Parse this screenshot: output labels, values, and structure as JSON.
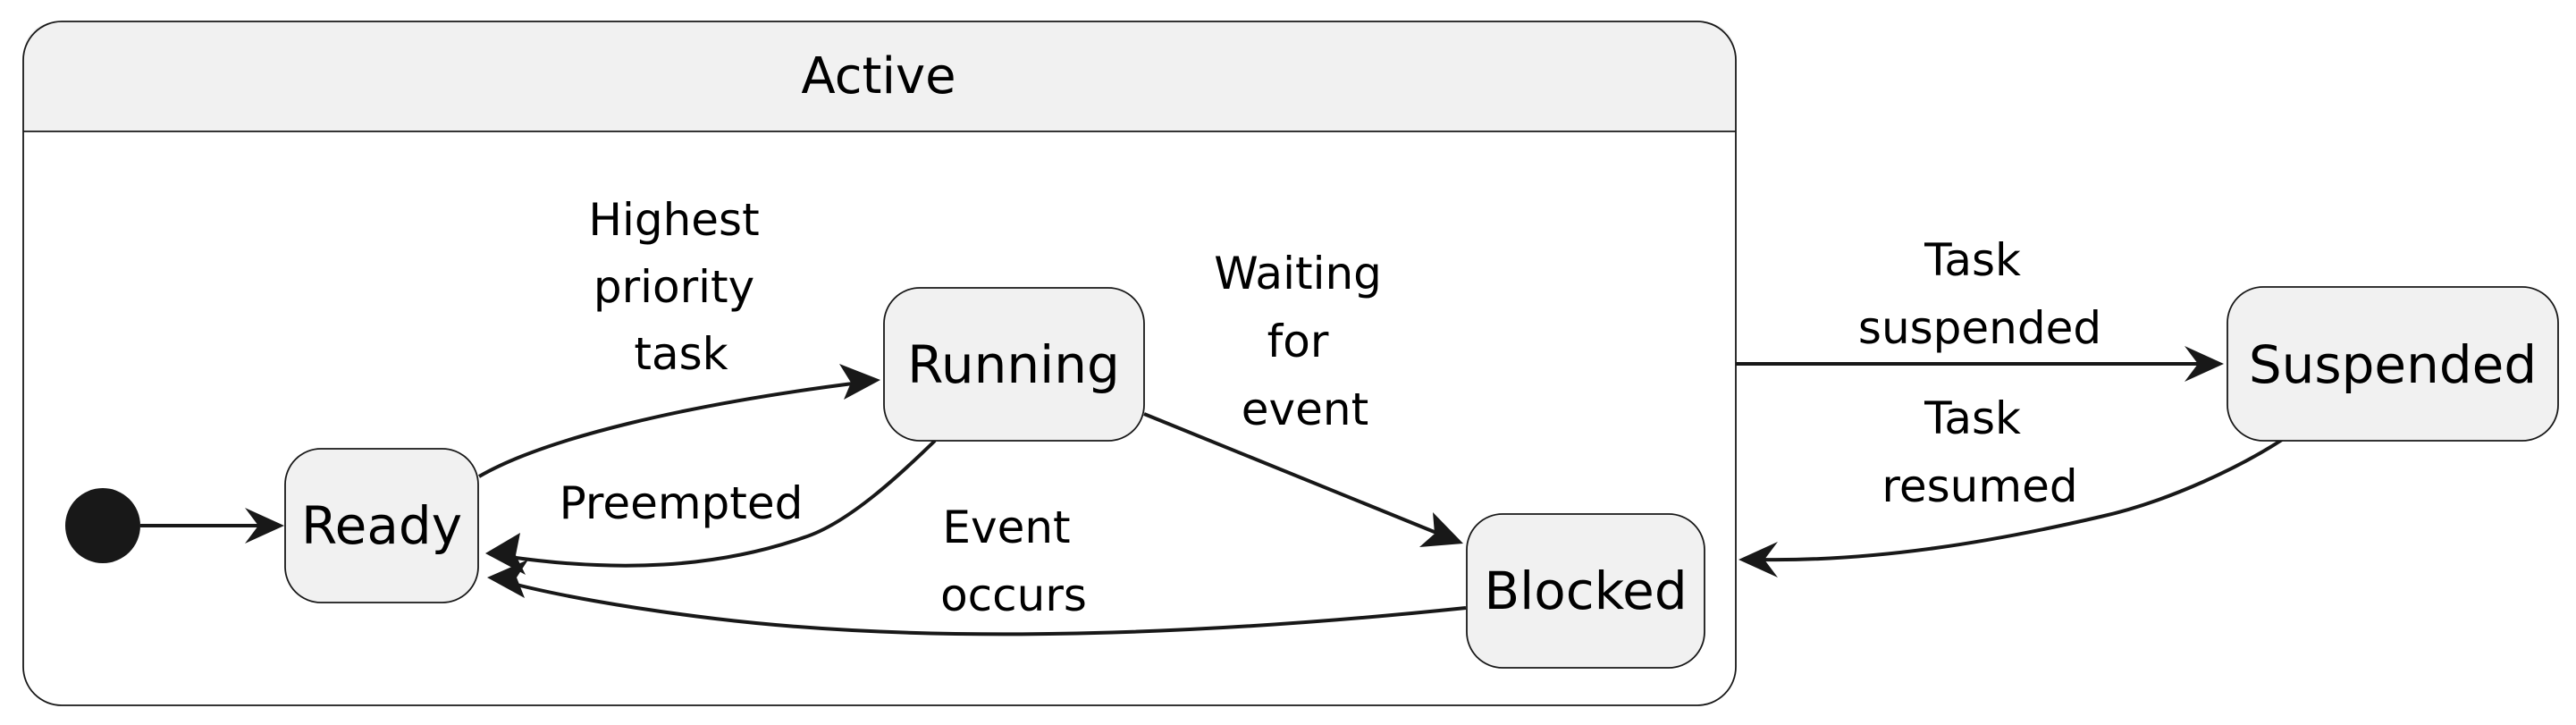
{
  "composite": {
    "title": "Active"
  },
  "states": {
    "ready": "Ready",
    "running": "Running",
    "blocked": "Blocked",
    "suspended": "Suspended"
  },
  "transitions": {
    "ready_to_running": [
      "Highest",
      "priority",
      "task"
    ],
    "running_to_ready": [
      "Preempted"
    ],
    "running_to_blocked": [
      "Waiting",
      "for",
      "event"
    ],
    "blocked_to_ready": [
      "Event",
      "occurs"
    ],
    "active_to_suspended": [
      "Task",
      "suspended"
    ],
    "suspended_to_active": [
      "Task",
      "resumed"
    ]
  }
}
